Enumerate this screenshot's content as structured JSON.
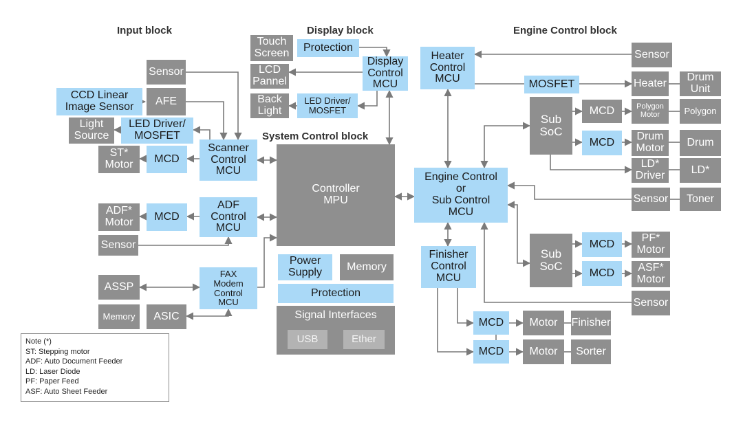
{
  "titles": {
    "input": "Input block",
    "display": "Display block",
    "engine": "Engine Control block",
    "system": "System Control block"
  },
  "input_block": {
    "sensor": "Sensor",
    "ccd": "CCD Linear\nImage Sensor",
    "afe": "AFE",
    "light_source": "Light\nSource",
    "led_driver": "LED Driver/\nMOSFET",
    "st_motor": "ST*\nMotor",
    "mcd": "MCD",
    "scanner_mcu": "Scanner\nControl\nMCU",
    "adf_motor": "ADF*\nMotor",
    "adf_mcd": "MCD",
    "adf_mcu": "ADF\nControl\nMCU",
    "adf_sensor": "Sensor",
    "assp": "ASSP",
    "fax_mcu": "FAX\nModem\nControl\nMCU",
    "memory": "Memory",
    "asic": "ASIC"
  },
  "display_block": {
    "touch_screen": "Touch\nScreen",
    "protection": "Protection",
    "display_mcu": "Display\nControl\nMCU",
    "lcd": "LCD\nPannel",
    "back_light": "Back\nLight",
    "led_driver": "LED Driver/\nMOSFET"
  },
  "system_block": {
    "controller": "Controller\nMPU",
    "power_supply": "Power\nSupply",
    "memory": "Memory",
    "protection": "Protection",
    "signal_interfaces": "Signal Interfaces",
    "usb": "USB",
    "ether": "Ether"
  },
  "engine_block": {
    "heater_mcu": "Heater\nControl\nMCU",
    "sensor_top": "Sensor",
    "mosfet": "MOSFET",
    "heater": "Heater",
    "drum_unit": "Drum\nUnit",
    "sub_soc_1": "Sub\nSoC",
    "mcd_polygon": "MCD",
    "polygon_motor": "Polygon\nMotor",
    "polygon": "Polygon",
    "mcd_drum": "MCD",
    "drum_motor": "Drum\nMotor",
    "drum": "Drum",
    "ld_driver": "LD*\nDriver",
    "ld": "LD*",
    "engine_mcu": "Engine Control\nor\nSub Control\nMCU",
    "sensor_toner": "Sensor",
    "toner": "Toner",
    "sub_soc_2": "Sub\nSoC",
    "mcd_pf": "MCD",
    "pf_motor": "PF*\nMotor",
    "mcd_asf": "MCD",
    "asf_motor": "ASF*\nMotor",
    "sensor_bottom": "Sensor",
    "finisher_mcu": "Finisher\nControl\nMCU",
    "mcd_finisher": "MCD",
    "motor_finisher": "Motor",
    "finisher": "Finisher",
    "mcd_sorter": "MCD",
    "motor_sorter": "Motor",
    "sorter": "Sorter"
  },
  "note": {
    "title": "Note (*)",
    "lines": [
      "ST: Stepping motor",
      "ADF: Auto Document Feeder",
      "LD: Laser Diode",
      "PF: Paper Feed",
      "ASF: Auto Sheet Feeder"
    ]
  },
  "colors": {
    "gray_box": "#8f8f8f",
    "blue_box": "#aad9f7",
    "line": "#7a7a7a"
  }
}
